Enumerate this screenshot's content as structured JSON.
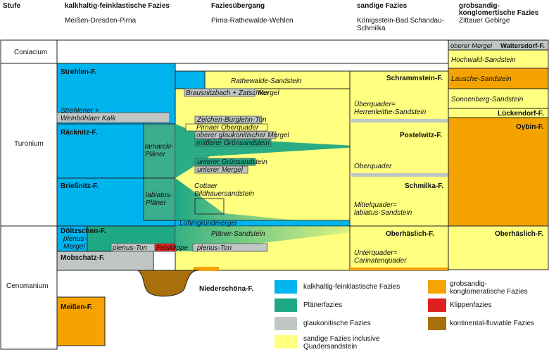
{
  "headers": {
    "stufe": "Stufe",
    "col1_title": "kalkhaltig-feinklastische Fazies",
    "col1_sub": "Meißen-Dresden-Pirna",
    "col2_title": "Faziesübergang",
    "col2_sub": "Pirna-Rathewalde-Wehlen",
    "col3_title": "sandige Fazies",
    "col3_sub_1": "Königsstein-Bad Schandau-",
    "col3_sub_2": "Schmilka",
    "col4_title_1": "grobsandig-",
    "col4_title_2": "konglomertische Fazies",
    "col4_sub": "Zittauer Gebirge"
  },
  "stages": {
    "coniacium": "Coniacium",
    "turonium": "Turonium",
    "cenomanium": "Cenomanium"
  },
  "col1": {
    "strehlen": "Strehlen-F.",
    "strehlener_1": "Strehlener +",
    "strehlener_2": "Weinböhlaer Kalk",
    "raecknitz": "Räcknitz-F.",
    "lamarcki_1": "lamarcki-",
    "lamarcki_2": "Pläner",
    "briessnitz": "Brießnitz-F.",
    "labiatus_1": "labiatus-",
    "labiatus_2": "Pläner",
    "doeltzschen": "Döltzschen-F.",
    "plenus_1": "plenus-",
    "plenus_2": "Mergel",
    "plenus_ton": "plenus-Ton",
    "mobschatz": "Mobschatz-F.",
    "meissen": "Meißen-F."
  },
  "col2": {
    "rathewalde": "Rathewalde-Sandstein",
    "brausnitz": "Brausnitzbach + Zatschker",
    "mergel": "Mergel",
    "zeichen": "Zeichen-Burglehn-Ton",
    "pirnaer": "Pirnaer Oberquader",
    "obere_glauk": "oberer glaukonitischer Mergel",
    "mittlerer": "mittlerer Grünsandstein",
    "unterer_gruen": "unterer Grünsandstein",
    "unterer_mergel": "unterer Mergel",
    "cottaer_1": "Cottaer",
    "cottaer_2": "Bildhauersandstein",
    "lohmgrund": "Lohmgrundmergel",
    "plaener_sandstein": "Pläner-Sandstein",
    "felsklippe": "Felsklippe",
    "plenus_ton": "plenus-Ton",
    "niederschoena": "Niederschöna-F."
  },
  "col3": {
    "schrammstein": "Schrammstein-F.",
    "ueberquader_1": "Überquader=",
    "ueberquader_2": "Herrenleithe-Sandstein",
    "postelwitz": "Postelwitz-F.",
    "oberquader": "Oberquader",
    "schmilka": "Schmilka-F.",
    "mittelquader_1": "Mittelquader=",
    "mittelquader_2": "labiatus-Sandstein",
    "oberhaeslich": "Oberhäslich-F.",
    "unterquader_1": "Unterquader=",
    "unterquader_2": "Carinatenquader"
  },
  "col4": {
    "oberer_mergel": "oberer Mergel",
    "waltersdorf": "Waltersdorf-F.",
    "hochwald": "Hochwald-Sandstein",
    "lausche": "Lausche-Sandstein",
    "sonnenberg": "Sonnenberg-Sandstein",
    "lueckendorf": "Lückendorf-F.",
    "oybin": "Oybin-F.",
    "oberhaeslich": "Oberhäslich-F."
  },
  "legend": {
    "kalk": "kalkhaltig-feinklastische Fazies",
    "plaener": "Plänerfazies",
    "glauk": "glaukonitische Fazies",
    "sandig_1": "sandige Fazies inclusive",
    "sandig_2": "Quadersandstein",
    "grob_1": "grobsandig-",
    "grob_2": "konglomeratische Fazies",
    "klippen": "Klippenfazies",
    "kontinental": "kontinental-fluviatile Fazies"
  },
  "colors": {
    "blue": "#00B4EE",
    "green": "#1FA884",
    "grey": "#BFC6C4",
    "yellow": "#FFFF80",
    "orange": "#F5A300",
    "red": "#E02020",
    "brown": "#A8700A"
  }
}
